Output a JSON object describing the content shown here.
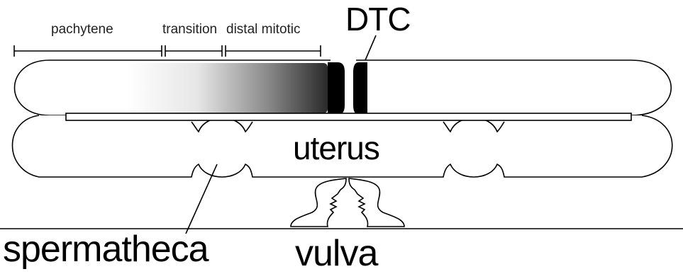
{
  "regions": {
    "pachytene": "pachytene",
    "transition": "transition",
    "distal_mitotic": "distal mitotic"
  },
  "labels": {
    "dtc": "DTC",
    "uterus": "uterus",
    "spermatheca": "spermatheca",
    "vulva": "vulva"
  },
  "colors": {
    "ink": "#000000",
    "background": "#ffffff",
    "gradient_start": "#ffffff",
    "gradient_end": "#2a2a2a"
  }
}
